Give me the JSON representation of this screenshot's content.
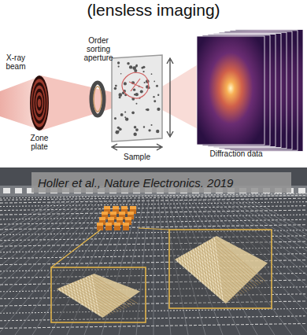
{
  "diagram": {
    "title": "(lensless imaging)",
    "nodes": [
      {
        "text": [
          "Holler et al., Nature Electronics. 2019"
        ]
      }
    ],
    "labels": [
      "X-ray beam",
      "Zone plate",
      "Order sorting aperture",
      "Sample",
      "Diffraction data"
    ]
  }
}
